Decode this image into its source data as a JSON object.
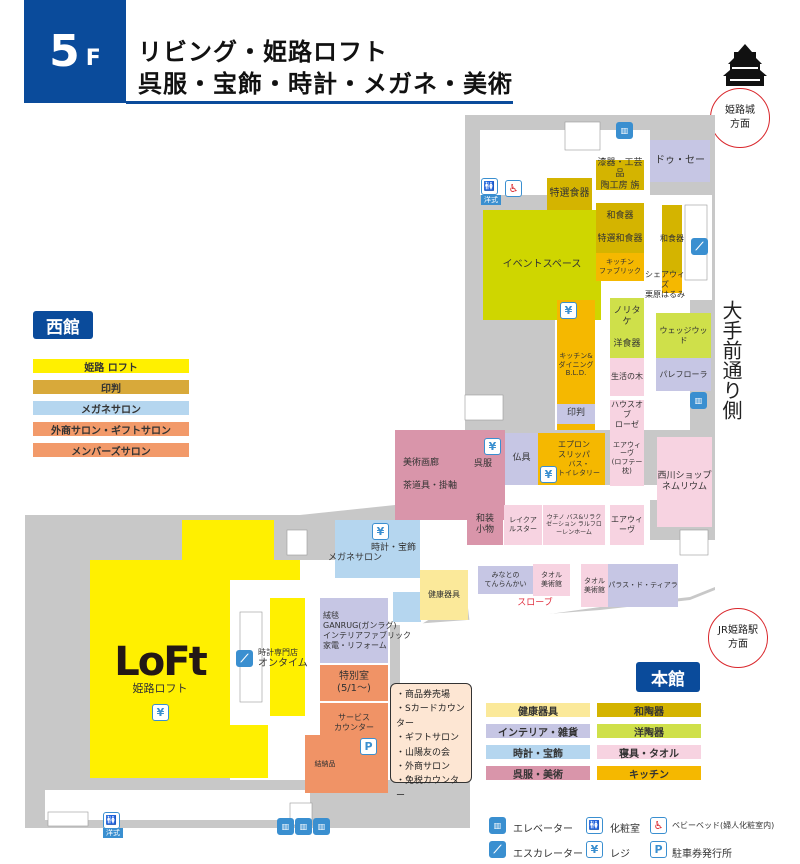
{
  "header": {
    "floor_number": "5",
    "floor_suffix": "F",
    "title_line1": "リビング・姫路ロフト",
    "title_line2": "呉服・宝飾・時計・メガネ・美術"
  },
  "directions": {
    "castle": "姫路城\n方面",
    "station": "JR姫路駅\n方面",
    "street": "大手前通り側"
  },
  "buildings": {
    "west": "西館",
    "main": "本館"
  },
  "west_legend": [
    {
      "label": "姫路 ロフト",
      "color": "#fff000"
    },
    {
      "label": "印判",
      "color": "#d8a93a"
    },
    {
      "label": "メガネサロン",
      "color": "#b5d6ef"
    },
    {
      "label": "外商サロン・ギフトサロン",
      "color": "#f29a6a"
    },
    {
      "label": "メンバーズサロン",
      "color": "#f29a6a"
    }
  ],
  "main_legend": [
    {
      "label": "健康器具",
      "color": "#fbe99a"
    },
    {
      "label": "和陶器",
      "color": "#d4b400"
    },
    {
      "label": "インテリア・雑貨",
      "color": "#c6c6e4"
    },
    {
      "label": "洋陶器",
      "color": "#cfe04a"
    },
    {
      "label": "時計・宝飾",
      "color": "#b5d6ef"
    },
    {
      "label": "寝具・タオル",
      "color": "#f7d3e1"
    },
    {
      "label": "呉服・美術",
      "color": "#d995aa"
    },
    {
      "label": "キッチン",
      "color": "#f5b800"
    }
  ],
  "stores": {
    "dousse": "ドゥ・セー",
    "shikki": "漆器・工芸品\n陶工房 旃",
    "tokusen": "特選食器",
    "event": "イベントスペース",
    "washokki": "和食器\n\n特選和食器",
    "kitchen_fabric": "キッチン\nファブリック",
    "washokki2": "和食器",
    "sharewith": "シェアウィズ\n栗原はるみ",
    "bld": "キッチン&\nダイニング\nB.L.D.",
    "noritake": "ノリタケ\n\n洋食器",
    "seikatsu": "生活の木",
    "wedgwood": "ウェッジウッド",
    "palefrola": "パレフローラ",
    "inban": "印判",
    "house": "ハウスオブ\nローゼ",
    "airweave1": "エアウィーヴ\n(ロフテー枕)",
    "bijutsu": "美術画廊\n\n茶道具・掛軸",
    "gofuku": "呉服",
    "butsugu": "仏具",
    "apron": "エプロン\nスリッパ",
    "bath": "バス・\nトイレタリー",
    "nishikawa": "西川ショップ\nネムリウム",
    "wasou": "和装\n小物",
    "lake": "レイクアルスター",
    "uchino": "ウチノ\nバス&リラクゼーション\nラルフローレンホーム",
    "airweave2": "エアウィーヴ",
    "tokei": "時計・宝飾",
    "megane": "メガネサロン",
    "minato": "みなとの\nてんらんかい",
    "towel1": "タオル\n美術館",
    "towel2": "タオル\n美術館",
    "palace": "パラス・ド・ティアラ",
    "slope": "スローブ",
    "kenko": "健康器具",
    "loft_name": "姫路ロフト",
    "loft_logo": "LoFt",
    "ontime_sub": "時計専門店",
    "ontime": "オンタイム",
    "rug": "絨毯\nGANRUG(ガンラグ)\nインテリアファブリック\n家電・リフォーム",
    "special": "特別室\n(5/1～)",
    "service": "サービス\nカウンター",
    "yuino": "結納品"
  },
  "service_callout": [
    "・商品券売場",
    "・Sカードカウンター",
    "・ギフトサロン",
    "・山陽友の会",
    "・外商サロン",
    "・免税カウンター"
  ],
  "icon_legend": {
    "elevator": "エレベーター",
    "restroom": "化粧室",
    "babybed": "ベビーベッド(婦人化粧室内)",
    "escalator": "エスカレーター",
    "register": "レジ",
    "parking": "駐車券発行所"
  },
  "icon_labels": {
    "western": "洋式",
    "yen": "¥",
    "parking": "P"
  }
}
